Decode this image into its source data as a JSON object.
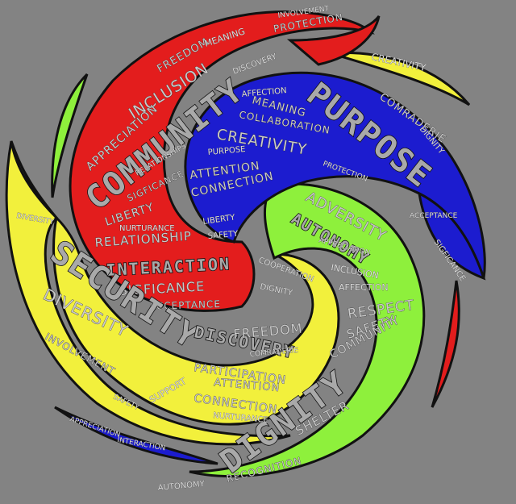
{
  "colors": {
    "background": "#838383",
    "red": "#e31d1d",
    "blue": "#1c1ccf",
    "green": "#8ef03c",
    "yellow": "#f2f03c",
    "outline": "#111111"
  },
  "red_arm": {
    "large": "COMMUNITY",
    "words": [
      "INCLUSION",
      "FREEDOM",
      "APPRECIATION",
      "RELATIONSHIPS",
      "SIGFICANCE",
      "LIBERTY",
      "NURTURANCE",
      "RELATIONSHIP",
      "INTERACTION",
      "SIGFICANCE",
      "ACCEPTANCE",
      "MEANING",
      "DISCOVERY",
      "INVOLVEMENT",
      "PROTECTION"
    ]
  },
  "blue_arm": {
    "large": "PURPOSE",
    "words": [
      "MEANING",
      "COLLABORATION",
      "CREATIVITY",
      "ATTENTION",
      "CONNECTION",
      "LIBERTY",
      "AFFECTION",
      "COMRADERIE",
      "DIGNITY",
      "PURPOSE",
      "SAFETY",
      "ACCEPTANCE",
      "SIGFICANCE",
      "PROTECTION"
    ]
  },
  "green_arm": {
    "large": "DIGNITY",
    "words": [
      "ADVERSITY",
      "AUTONOMY",
      "RESPECT",
      "SAFETY",
      "COMMUNITY",
      "SHELTER",
      "RECOGNITION",
      "AUTONOMY",
      "INCLUSION",
      "AFFECTION",
      "APPRECIATION"
    ]
  },
  "yellow_arm": {
    "large": "SECURITY",
    "words": [
      "DIVERSITY",
      "DIVERSITY",
      "INVOLVEMENT",
      "DISCOVERY",
      "FREEDOM",
      "PARTICIPATION",
      "ATTENTION",
      "CONNECTION",
      "SUPPORT",
      "NURTURANCE",
      "SAFETY",
      "COMRADERIE",
      "COOPERATION",
      "DIGNITY"
    ]
  },
  "slivers": {
    "top_right": "CREATIVITY",
    "bottom_left_1": "APPRECIATION",
    "bottom_left_2": "INTERACTION"
  }
}
